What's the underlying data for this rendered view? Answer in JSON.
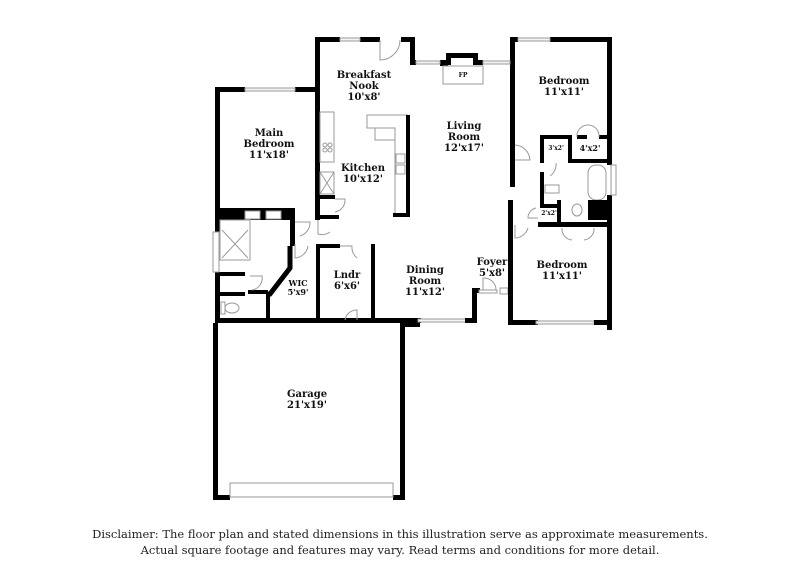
{
  "floor_plan": {
    "rooms": [
      {
        "id": "breakfast-nook",
        "name_line1": "Breakfast",
        "name_line2": "Nook",
        "dims": "10'x8'"
      },
      {
        "id": "living-room",
        "name_line1": "Living",
        "name_line2": "Room",
        "dims": "12'x17'"
      },
      {
        "id": "bedroom-ne",
        "name_line1": "Bedroom",
        "dims": "11'x11'"
      },
      {
        "id": "main-bedroom",
        "name_line1": "Main",
        "name_line2": "Bedroom",
        "dims": "11'x18'"
      },
      {
        "id": "kitchen",
        "name_line1": "Kitchen",
        "dims": "10'x12'"
      },
      {
        "id": "closet-3x2",
        "dims": "3'x2'"
      },
      {
        "id": "closet-4x2",
        "dims": "4'x2'"
      },
      {
        "id": "closet-2x2",
        "dims": "2'x2'"
      },
      {
        "id": "wic",
        "name_line1": "WIC",
        "dims": "5'x9'"
      },
      {
        "id": "laundry",
        "name_line1": "Lndr",
        "dims": "6'x6'"
      },
      {
        "id": "dining-room",
        "name_line1": "Dining",
        "name_line2": "Room",
        "dims": "11'x12'"
      },
      {
        "id": "foyer",
        "name_line1": "Foyer",
        "dims": "5'x8'"
      },
      {
        "id": "bedroom-se",
        "name_line1": "Bedroom",
        "dims": "11'x11'"
      },
      {
        "id": "garage",
        "name_line1": "Garage",
        "dims": "21'x19'"
      }
    ],
    "fireplace_label": "FP"
  },
  "disclaimer": {
    "line1": "Disclaimer: The floor plan and stated dimensions in this illustration serve as approximate measurements.",
    "line2": "Actual square footage and features may vary. Read terms and conditions for more detail."
  }
}
